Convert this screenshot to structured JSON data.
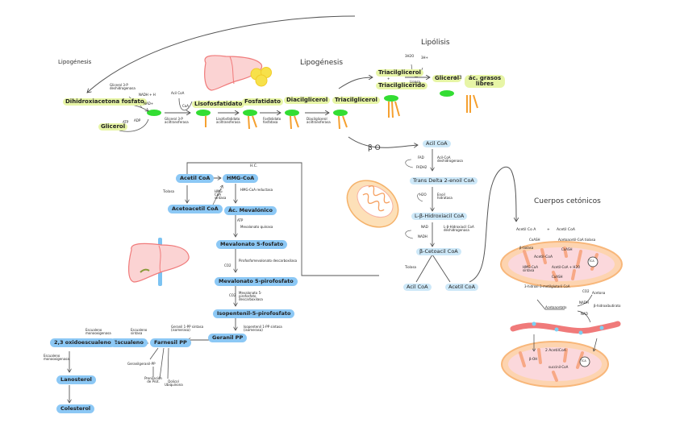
{
  "sections": {
    "lipogenesis_left_title": "Lipogénesis",
    "lipogenesis_title": "Lipogénesis",
    "lipolysis_title": "Lipólisis",
    "beta_oxidation_label": "β O",
    "mevalonate_hc_label": "H.C.",
    "ketone_bodies_title": "Cuerpos cetónicos"
  },
  "lipogenesis": {
    "dihydroxyacetone": "Dihidroxiacetona fosfato",
    "glycerol": "Glicerol",
    "g3p_dehydrogenase": "Glicerol 3-P deshidrogenasa",
    "nadh": "NADH + H",
    "nad": "NAD+",
    "atp": "ATP",
    "adp": "ADP",
    "acyl_coa": "Acil CoA",
    "coa": "CoA",
    "g3p_acyltransferase": "Glicerol 3-P aciltransferasa",
    "lysophosphatidate": "Lisofosfatidato",
    "lysophosphatidate_acyltransferase": "Lisofosfatidato aciltransferasa",
    "phosphatidate": "Fosfatidato",
    "phosphatidate_phosphatase": "Fosfatidato fosfatasa",
    "diacylglycerol": "Diacilglicerol",
    "diacylglycerol_acyltransferase": "Diacilglicerol aciltransferasa",
    "triacylglycerol": "Triacilglicerol"
  },
  "lipolysis": {
    "triacylglycerol": "Triacilglicerol",
    "plus": "+",
    "water": "Triacilglicerido",
    "enzyme_in": "3H2O",
    "enzyme_out": "3H+",
    "lipase": "Lipasa",
    "glycerol": "Glicerol",
    "plus2": "+ 3",
    "fatty_acids": "ác. grasos libres"
  },
  "beta_oxidation": {
    "acyl_coa": "Acil CoA",
    "fad": "FAD",
    "fadh2": "FADH2",
    "acyl_coa_dehydrogenase": "Acil-CoA deshidrogenasa",
    "trans_enoyl": "Trans Delta 2-enoil CoA",
    "h2o": "H2O",
    "enoyl_hydratase": "Enoil hidratasa",
    "hydroxyacyl": "L-β-Hidroxiacil CoA",
    "nad": "NAD",
    "nadh": "NADH",
    "hydroxyacyl_dehydrogenase": "L-β-Hidroxiacil CoA deshidrogenasa",
    "ketoacyl": "β-Cetoacil CoA",
    "thiolase": "Tiolasa",
    "acyl_coa_out": "Acil CoA",
    "acetyl_coa_out": "Acetil CoA"
  },
  "cholesterol": {
    "acetyl_coa": "Acetil CoA",
    "thiolase": "Tiolasa",
    "acetoacetyl_coa": "Acetoacetil CoA",
    "hmg_coa": "HMG-CoA",
    "hmg_synthase_in": "HMG CoA sintasa",
    "hmg_reductase": "HMG-CoA reductasa",
    "mevalonate": "Ác. Mevalónico",
    "atp": "ATP",
    "mevalonate_kinase": "Mevalonato quinasa",
    "mevalonate_5p": "Mevalonato 5-fosfato",
    "co2": "CO2",
    "pyrophosphate_decarboxylase": "Pirofosfomevalonato descarboxilasa",
    "mevalonate_5pp": "Mevalonato 5-pirofosfato",
    "co2b": "CO2",
    "pp_dehydratase": "Mevalonato 5-pirofosfato descarboxilasa",
    "isopentenyl_pp": "Isopentenil-5-pirofosfato",
    "isomerase": "Isopentenil 1-PP sintasa (isomerasa)",
    "geranyl_pp": "Geranil PP",
    "geranyl_synthase": "Geranil 1-PP sintasa (isomerasa)",
    "farnesyl_pp": "Farnesil PP",
    "squalene_synthase": "Escualeno sintasa",
    "squalene": "Escualeno",
    "squalene_monooxygenase": "Escualeno monooxigenasa",
    "epoxy": "2,3 oxidoescualeno",
    "lanosterol_cyclase": "Escualeno monooxigenasa",
    "lanosterol": "Lanosterol",
    "cholesterol": "Colesterol",
    "geranylgeranyl": "Geranilgeranil-PP",
    "prenylation": "Prenilación de Prot.",
    "dolichol": "Dolicol Ubiquinona"
  },
  "ketone": {
    "acetyl_coa_1": "Acetil Co A",
    "plus": "+",
    "acetyl_coa_2": "Acetil CoA",
    "coash": "CoASH",
    "thiolase": "β-tiolasa",
    "acetoacetyl_thiolase": "Acetoacetil-CoA tiolasa",
    "coash2": "CoASH",
    "acetoacetyl_coa": "Acetil-CoA",
    "hmg_synthase": "HMG-CoA sintasa",
    "acetyl_coa_h2o": "Acetil-CoA + H2O",
    "coash3": "CoASH",
    "hmg": "3-hidroxi-3-metilglutaril CoA",
    "tca": "TCA",
    "acetoacetate": "Acetoacetato",
    "acetone": "Acetona",
    "hbutyrate": "β-hidroxibutirato",
    "co2": "CO2",
    "nadh": "NADH",
    "nad": "NAD",
    "acetyl_coa_2x": "2 AcetilCoA",
    "tca2": "TCA",
    "b_oh": "β-OH",
    "succinyl": "succinil-CoA"
  }
}
